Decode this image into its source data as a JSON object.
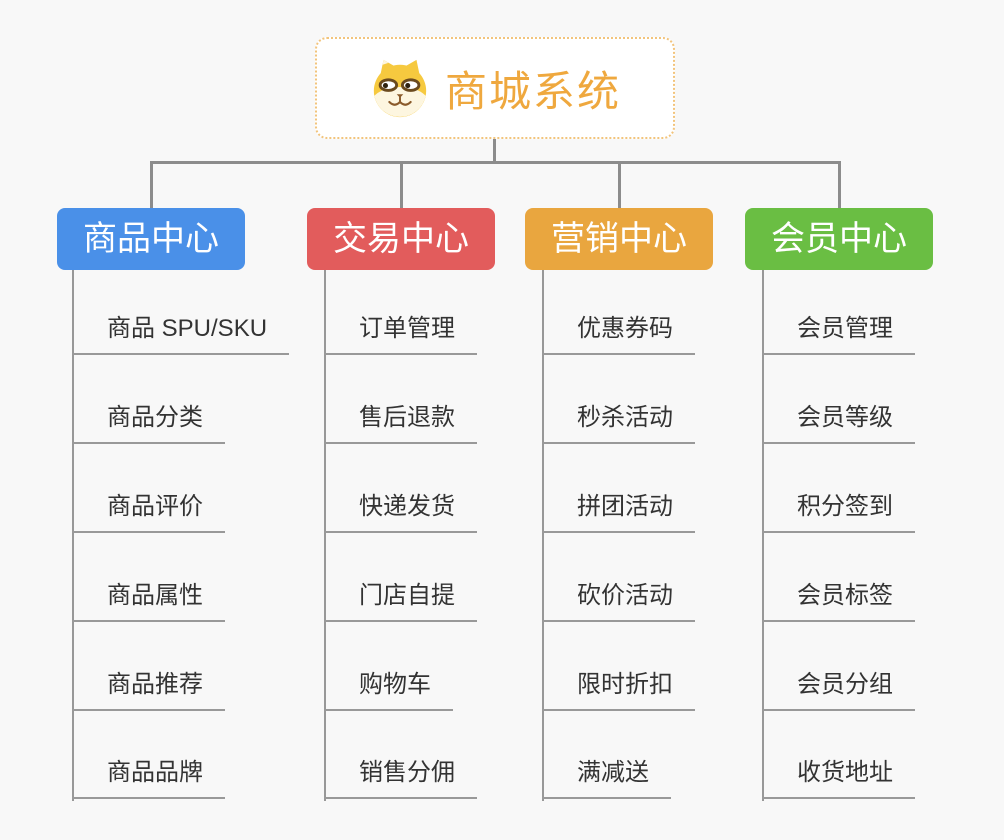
{
  "canvas": {
    "background_color": "#f8f8f8",
    "connector_color": "#8c8c8c",
    "underline_color": "#999999"
  },
  "root": {
    "title": "商城系统",
    "icon": "dog-face-icon",
    "text_color": "#efa83e",
    "border_color": "#f2c47c",
    "background_color": "#ffffff"
  },
  "branches": [
    {
      "label": "商品中心",
      "color": "#4a90e8",
      "children": [
        "商品 SPU/SKU",
        "商品分类",
        "商品评价",
        "商品属性",
        "商品推荐",
        "商品品牌"
      ]
    },
    {
      "label": "交易中心",
      "color": "#e25c5c",
      "children": [
        "订单管理",
        "售后退款",
        "快递发货",
        "门店自提",
        "购物车",
        "销售分佣"
      ]
    },
    {
      "label": "营销中心",
      "color": "#e9a63f",
      "children": [
        "优惠券码",
        "秒杀活动",
        "拼团活动",
        "砍价活动",
        "限时折扣",
        "满减送"
      ]
    },
    {
      "label": "会员中心",
      "color": "#6abe43",
      "children": [
        "会员管理",
        "会员等级",
        "积分签到",
        "会员标签",
        "会员分组",
        "收货地址"
      ]
    }
  ]
}
